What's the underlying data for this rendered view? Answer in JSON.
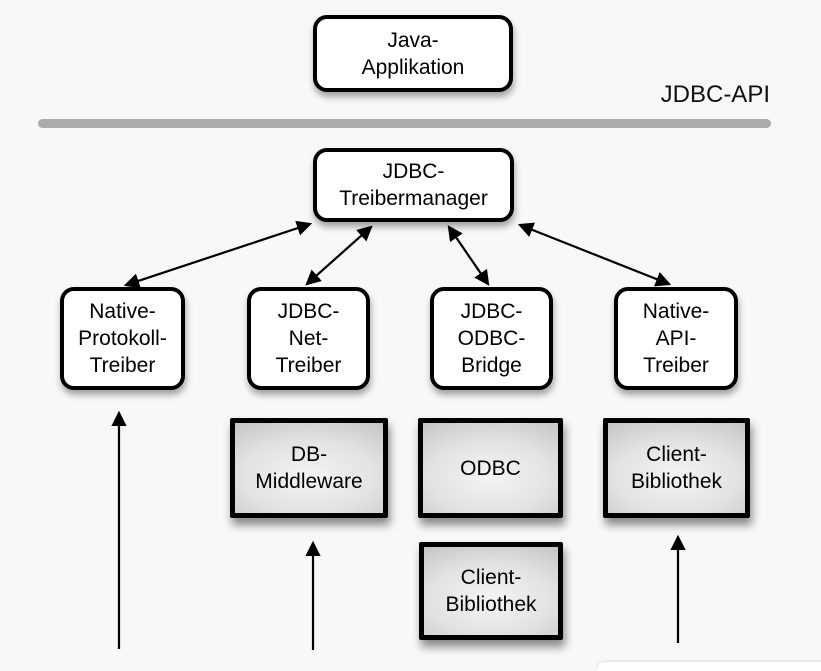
{
  "diagram": {
    "api_divider_label": "JDBC-API",
    "nodes": {
      "java_application": {
        "label": "Java-\nApplikation"
      },
      "jdbc_treibermanager": {
        "label": "JDBC-\nTreibermanager"
      },
      "native_protokoll_treiber": {
        "label": "Native-\nProtokoll-\nTreiber"
      },
      "jdbc_net_treiber": {
        "label": "JDBC-\nNet-\nTreiber"
      },
      "jdbc_odbc_bridge": {
        "label": "JDBC-\nODBC-\nBridge"
      },
      "native_api_treiber": {
        "label": "Native-\nAPI-\nTreiber"
      },
      "db_middleware": {
        "label": "DB-\nMiddleware"
      },
      "odbc": {
        "label": "ODBC"
      },
      "client_bibliothek_odbc": {
        "label": "Client-\nBibliothek"
      },
      "client_bibliothek_native": {
        "label": "Client-\nBibliothek"
      }
    },
    "colors": {
      "background": "#f8f8f8",
      "box_fill": "#ffffff",
      "box_border": "#000000",
      "gray_box_light": "#f4f4f4",
      "gray_box_dark": "#bcbcbc",
      "divider_line": "#ababaf",
      "arrow": "#000000"
    }
  }
}
